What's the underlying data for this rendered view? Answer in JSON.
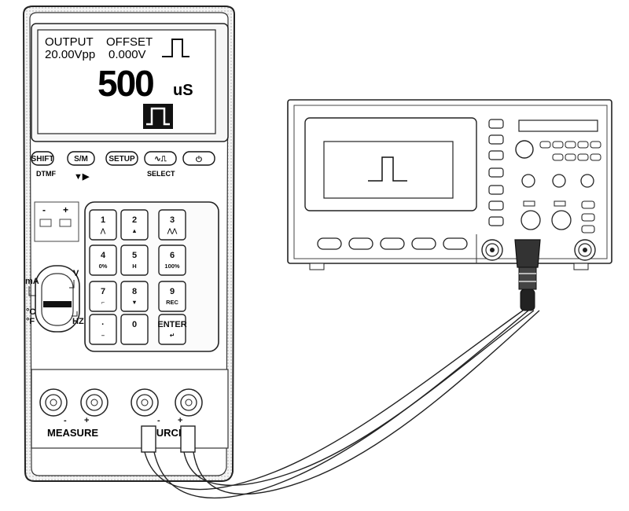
{
  "display": {
    "output_label": "OUTPUT",
    "output_value": "20.00Vpp",
    "offset_label": "OFFSET",
    "offset_value": "0.000V",
    "main_value": "500",
    "main_unit": "uS"
  },
  "function_keys": [
    "SHIFT",
    "S/M",
    "SETUP",
    "∿⎍",
    "⏻"
  ],
  "function_sublabels": {
    "dtmf": "DTMF",
    "arrows": "▼▶",
    "select": "SELECT"
  },
  "port_signs": {
    "minus": "-",
    "plus": "+"
  },
  "keypad": [
    {
      "main": "1",
      "sub": "⋀"
    },
    {
      "main": "2",
      "sub": "▲"
    },
    {
      "main": "3",
      "sub": "⋀⋀"
    },
    {
      "main": "4",
      "sub": "0%"
    },
    {
      "main": "5",
      "sub": "H"
    },
    {
      "main": "6",
      "sub": "100%"
    },
    {
      "main": "7",
      "sub": "⌐"
    },
    {
      "main": "8",
      "sub": "▼"
    },
    {
      "main": "9",
      "sub": "REC"
    },
    {
      "main": "·",
      "sub": "–"
    },
    {
      "main": "0",
      "sub": ""
    },
    {
      "main": "ENTER",
      "sub": "↵"
    }
  ],
  "rotary_labels": {
    "ma": "mA",
    "v": "V",
    "degc": "°C",
    "degf": "°F",
    "hz": "HZ"
  },
  "jack_labels": {
    "measure": "MEASURE",
    "source": "SOURCE",
    "minus": "-",
    "plus": "+"
  }
}
